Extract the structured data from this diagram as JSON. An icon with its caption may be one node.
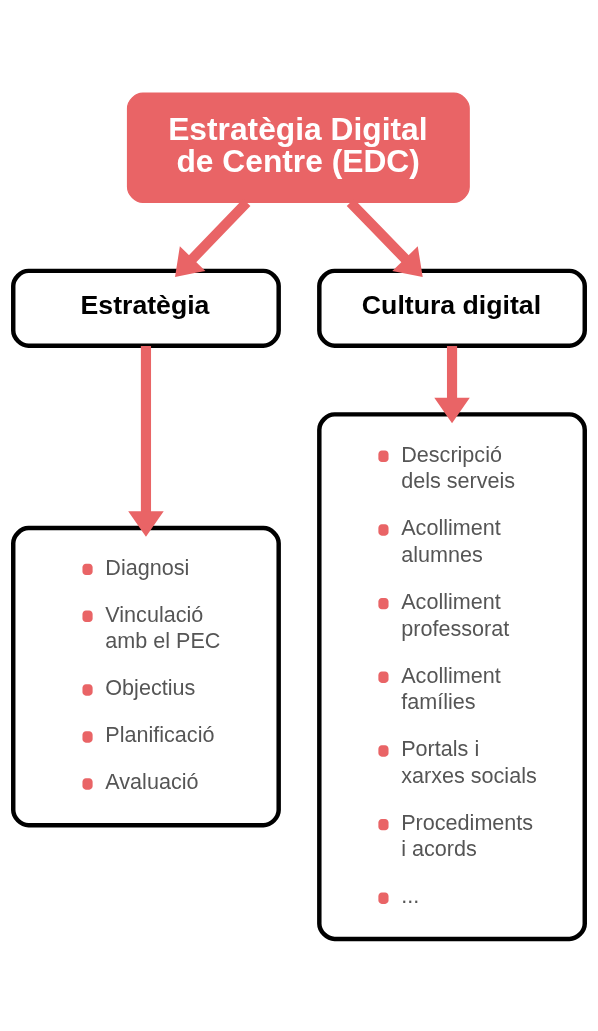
{
  "diagram": {
    "nodes": [
      {
        "text": [
          "Estratègia Digital de Centre (EDC)"
        ]
      },
      {
        "text": [
          "Estratègia"
        ]
      },
      {
        "text": [
          "Cultura digital"
        ]
      },
      {
        "text": [
          "Diagnosi",
          "Vinculació amb el PEC",
          "Objectius",
          "Planificació",
          "Avaluació"
        ]
      },
      {
        "text": [
          "Descripció dels serveis",
          "Acolliment alumnes",
          "Acolliment professorat",
          "Acolliment famílies",
          "Portals i xarxes socials",
          "Procediments i acords",
          "..."
        ]
      }
    ],
    "edges": [
      {
        "from": 0,
        "to": 1,
        "arrow": "to"
      },
      {
        "from": 0,
        "to": 2,
        "arrow": "to"
      },
      {
        "from": 1,
        "to": 3,
        "arrow": "to"
      },
      {
        "from": 2,
        "to": 4,
        "arrow": "to"
      }
    ]
  }
}
